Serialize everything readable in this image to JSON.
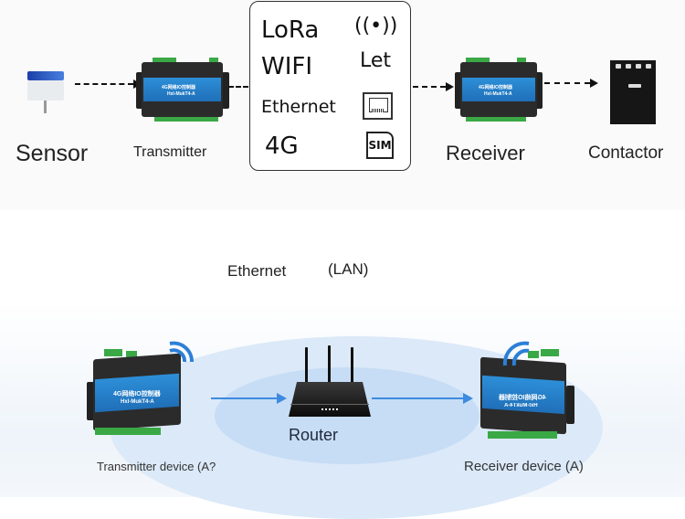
{
  "top_flow": {
    "sensor": {
      "label": "Sensor",
      "icon": "sensor-icon"
    },
    "transmitter": {
      "label": "Transmitter",
      "icon": "io-controller-icon",
      "device_title": "4G网络IO控制器",
      "device_model": "Hxl-MukT4-A"
    },
    "comm_methods": [
      {
        "label": "LoRa",
        "icon": "radio-signal-icon",
        "icon_text": "((•))"
      },
      {
        "label": "WIFI",
        "icon": "let-icon",
        "icon_text": "Let"
      },
      {
        "label": "Ethernet",
        "icon": "ethernet-port-icon",
        "icon_text": ""
      },
      {
        "label": "4G",
        "icon": "sim-card-icon",
        "icon_text": "SIM"
      }
    ],
    "receiver": {
      "label": "Receiver",
      "icon": "io-controller-icon",
      "device_title": "4G网络IO控制器",
      "device_model": "Hxl-MukT4-A"
    },
    "contactor": {
      "label": "Contactor",
      "icon": "contactor-icon"
    }
  },
  "network_title": {
    "prefix": "Ethernet",
    "suffix": "(LAN)"
  },
  "bottom_flow": {
    "transmitter_device": {
      "label": "Transmitter device (A?",
      "device_title": "4G网络IO控制器",
      "device_model": "Hxl-MukT4-A"
    },
    "router": {
      "label": "Router"
    },
    "receiver_device": {
      "label": "Receiver device (A)",
      "device_title": "4G网络IO控制器",
      "device_model": "Hxl-MukT4-A"
    }
  },
  "colors": {
    "accent_blue": "#3d8be0",
    "device_panel": "#2d8fd8",
    "terminal_green": "#3aa845",
    "ellipse": "#dbe9f8"
  }
}
